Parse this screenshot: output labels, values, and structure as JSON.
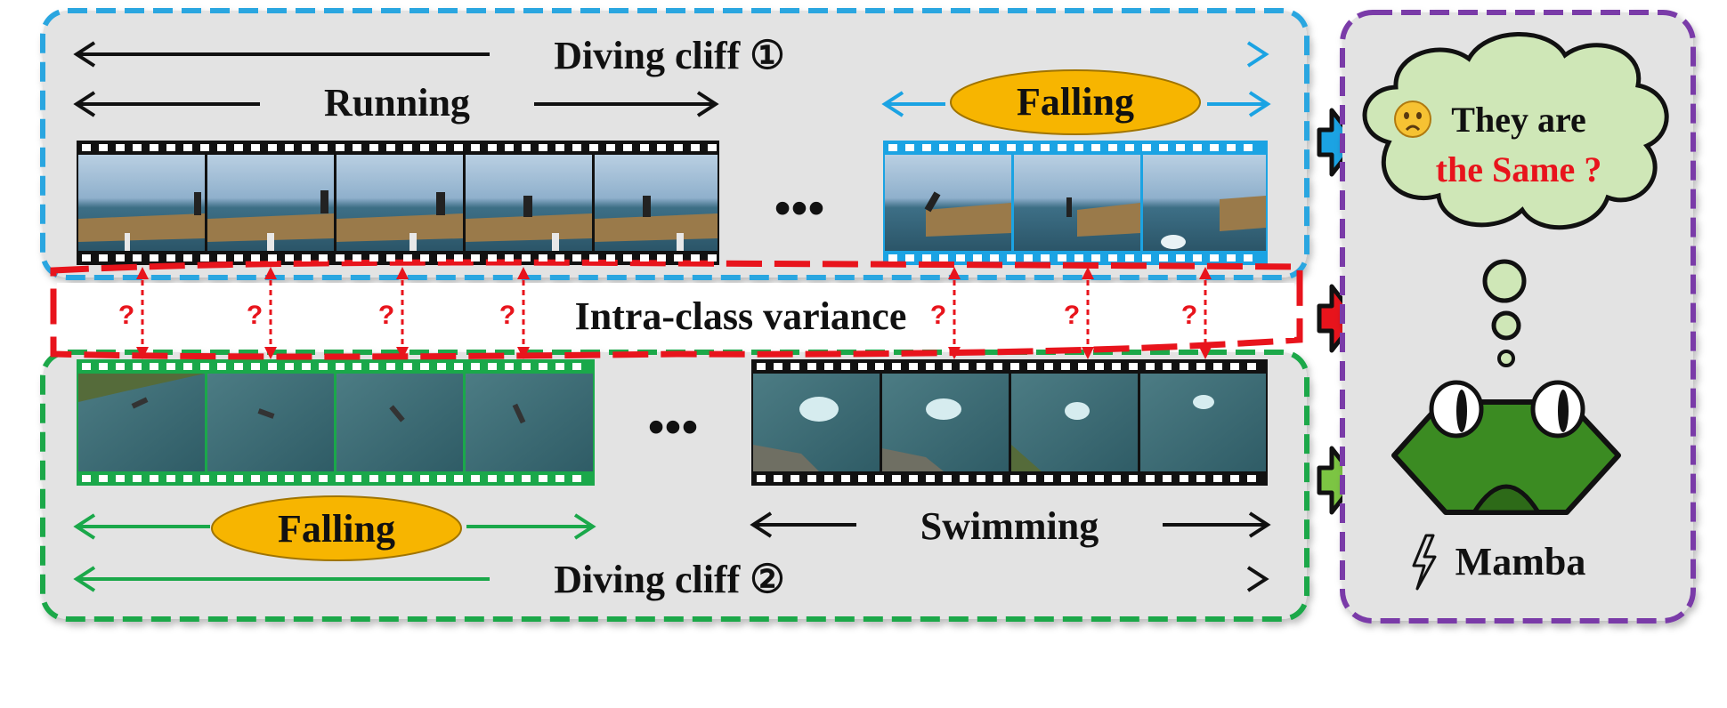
{
  "top_panel": {
    "title": "Diving cliff ①",
    "segment_running": "Running",
    "segment_falling": "Falling",
    "ellipsis": "•••"
  },
  "middle_band": {
    "label": "Intra-class variance",
    "question_mark": "?"
  },
  "bottom_panel": {
    "title": "Diving cliff ②",
    "segment_falling": "Falling",
    "segment_swimming": "Swimming",
    "ellipsis": "•••"
  },
  "right_panel": {
    "thought_line1": "They are",
    "thought_line2": "the Same ?",
    "mamba_label": "Mamba",
    "emoji_icon": "worried-face-icon",
    "bolt_icon": "lightning-bolt-icon"
  },
  "colors": {
    "top_border": "#29a6e0",
    "bottom_border": "#1aa84a",
    "middle_border": "#e8141c",
    "right_border": "#7a3aa8",
    "panel_fill": "#e3e3e3",
    "falling_oval": "#f7b500",
    "cloud_fill": "#cfe7b7",
    "frog_green": "#3b8b22",
    "arrow_blue": "#1ba3e3",
    "arrow_red": "#e8141c",
    "arrow_green": "#7cc543"
  }
}
